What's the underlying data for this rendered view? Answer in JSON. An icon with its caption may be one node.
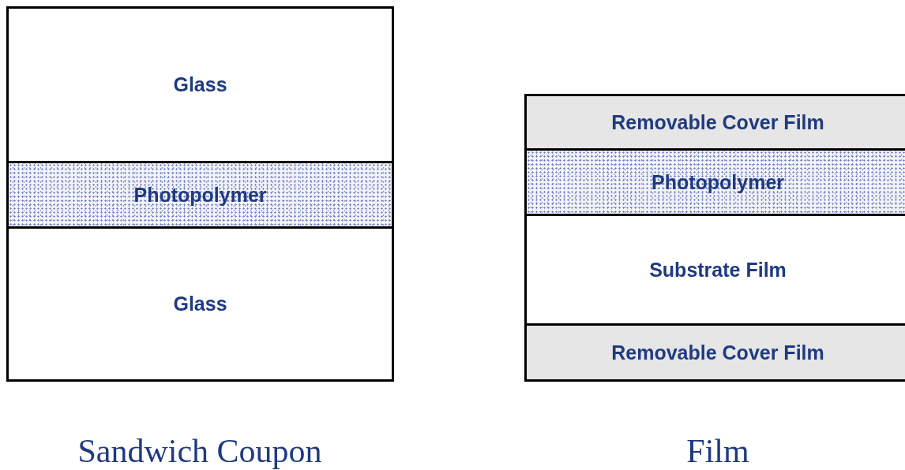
{
  "diagram": {
    "nodes": [
      {
        "text": [
          "Glass"
        ]
      },
      {
        "text": [
          "Photopolymer"
        ]
      },
      {
        "text": [
          "Glass"
        ]
      },
      {
        "text": [
          "Removable Cover Film"
        ]
      },
      {
        "text": [
          "Photopolymer"
        ]
      },
      {
        "text": [
          "Substrate Film"
        ]
      },
      {
        "text": [
          "Removable Cover Film"
        ]
      }
    ],
    "labels": [
      "Sandwich Coupon",
      "Film"
    ]
  }
}
